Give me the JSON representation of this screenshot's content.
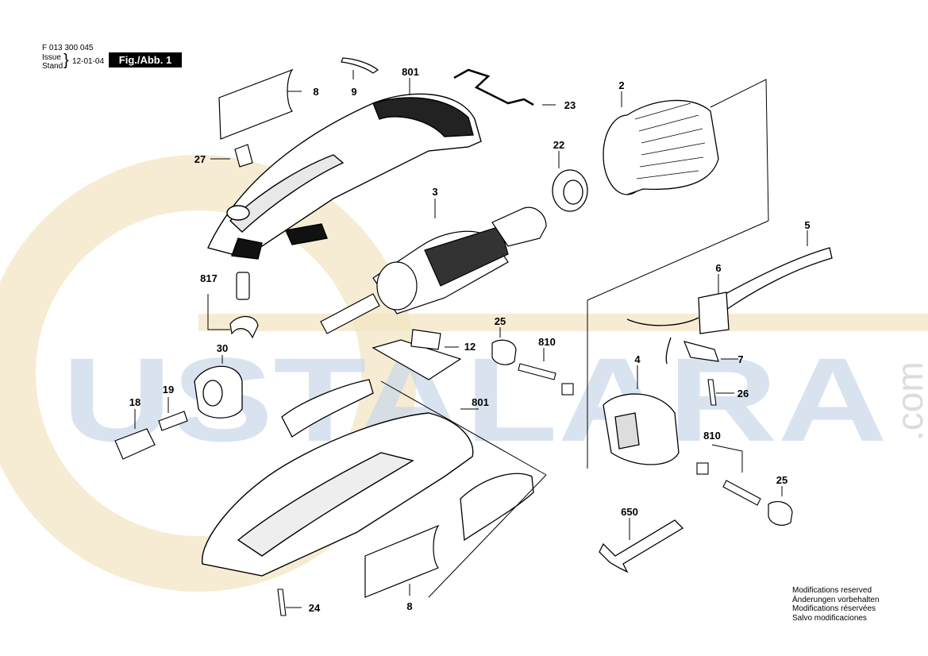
{
  "header": {
    "doc_number": "F 013 300 045",
    "issue_label": "Issue",
    "stand_label": "Stand",
    "date": "12-01-04",
    "figure_label": "Fig./Abb. 1"
  },
  "watermark": {
    "text": "USTALARA",
    "suffix": ".com"
  },
  "parts": [
    {
      "number": "801"
    },
    {
      "number": "9"
    },
    {
      "number": "8"
    },
    {
      "number": "27"
    },
    {
      "number": "23"
    },
    {
      "number": "2"
    },
    {
      "number": "22"
    },
    {
      "number": "3"
    },
    {
      "number": "5"
    },
    {
      "number": "6"
    },
    {
      "number": "817"
    },
    {
      "number": "30"
    },
    {
      "number": "25"
    },
    {
      "number": "12"
    },
    {
      "number": "810"
    },
    {
      "number": "7"
    },
    {
      "number": "4"
    },
    {
      "number": "26"
    },
    {
      "number": "18"
    },
    {
      "number": "19"
    },
    {
      "number": "801"
    },
    {
      "number": "810"
    },
    {
      "number": "25"
    },
    {
      "number": "650"
    },
    {
      "number": "24"
    },
    {
      "number": "8"
    }
  ],
  "notes": [
    "Modifications reserved",
    "Änderungen vorbehalten",
    "Modifications réservées",
    "Salvo modificaciones"
  ],
  "colors": {
    "watermark_blue": "#c9d8ea",
    "watermark_gold": "#f3e6c4",
    "line": "#000000",
    "fig_label_bg": "#000000"
  }
}
